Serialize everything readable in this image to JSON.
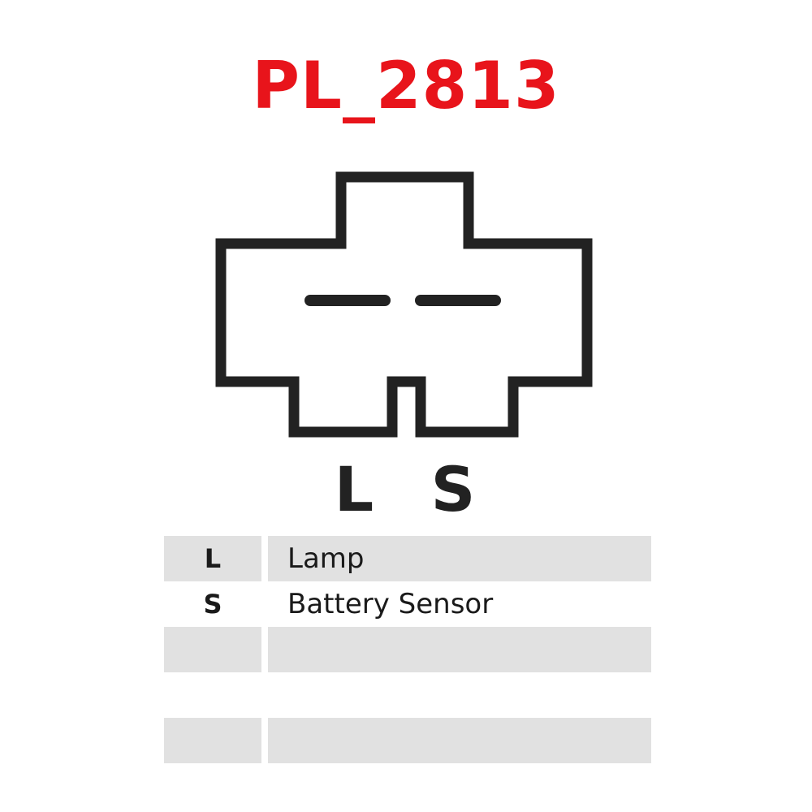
{
  "title": "PL_2813",
  "colors": {
    "title": "#e8141b",
    "outline": "#222222",
    "row_shade": "#e1e1e1"
  },
  "pins": [
    {
      "code": "L",
      "label": "L"
    },
    {
      "code": "S",
      "label": "S"
    }
  ],
  "table": {
    "rows": [
      {
        "code": "L",
        "description": "Lamp",
        "shaded": true
      },
      {
        "code": "S",
        "description": "Battery Sensor",
        "shaded": false
      },
      {
        "code": "",
        "description": "",
        "shaded": true
      },
      {
        "code": "",
        "description": "",
        "shaded": false
      },
      {
        "code": "",
        "description": "",
        "shaded": true
      }
    ]
  }
}
